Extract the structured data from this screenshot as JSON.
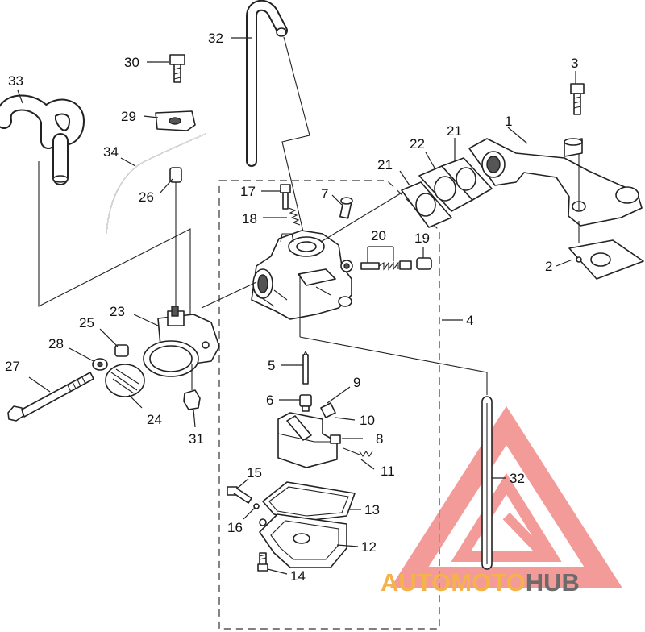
{
  "diagram": {
    "callouts": {
      "p1": "1",
      "p2": "2",
      "p3": "3",
      "p4": "4",
      "p5": "5",
      "p6": "6",
      "p7": "7",
      "p8": "8",
      "p9": "9",
      "p10": "10",
      "p11": "11",
      "p12": "12",
      "p13": "13",
      "p14": "14",
      "p15": "15",
      "p16": "16",
      "p17": "17",
      "p18": "18",
      "p19": "19",
      "p20": "20",
      "p21a": "21",
      "p21b": "21",
      "p22": "22",
      "p23": "23",
      "p24": "24",
      "p25": "25",
      "p26": "26",
      "p27": "27",
      "p28": "28",
      "p29": "29",
      "p30": "30",
      "p31": "31",
      "p32a": "32",
      "p32b": "32",
      "p33": "33",
      "p34": "34"
    }
  },
  "watermark": {
    "brand_part1": "AUTOMOTO",
    "brand_part2": "HUB",
    "color_primary": "#f07a78",
    "color_accent": "#f5c96a",
    "color_dark": "#6b6b6b"
  }
}
